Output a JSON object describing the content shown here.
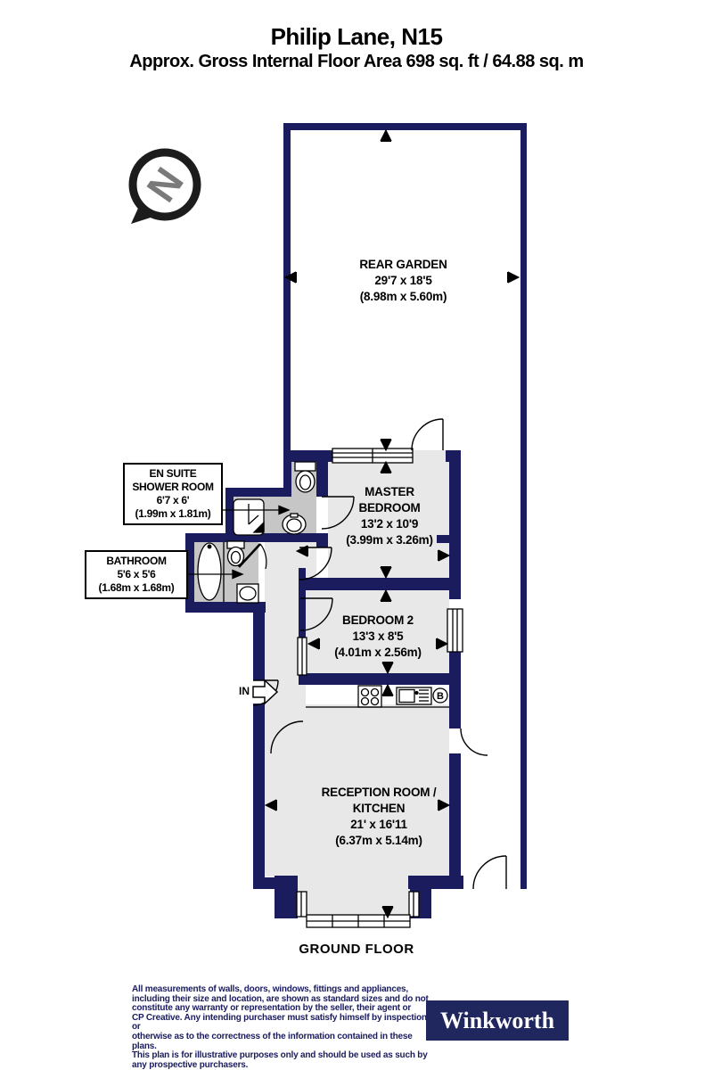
{
  "header": {
    "title": "Philip Lane, N15",
    "subtitle": "Approx. Gross Internal Floor Area 698 sq. ft / 64.88 sq. m"
  },
  "north": {
    "label": "N"
  },
  "rooms": {
    "garden": {
      "name": "REAR GARDEN",
      "dims_ft": "29'7 x 18'5",
      "dims_m": "(8.98m x 5.60m)"
    },
    "master": {
      "name_line1": "MASTER",
      "name_line2": "BEDROOM",
      "dims_ft": "13'2 x 10'9",
      "dims_m": "(3.99m x 3.26m)"
    },
    "bedroom2": {
      "name": "BEDROOM 2",
      "dims_ft": "13'3 x 8'5",
      "dims_m": "(4.01m x 2.56m)"
    },
    "reception": {
      "name_line1": "RECEPTION ROOM /",
      "name_line2": "KITCHEN",
      "dims_ft": "21' x 16'11",
      "dims_m": "(6.37m x 5.14m)"
    },
    "ensuite": {
      "name_line1": "EN SUITE",
      "name_line2": "SHOWER ROOM",
      "dims_ft": "6'7 x 6'",
      "dims_m": "(1.99m x 1.81m)"
    },
    "bathroom": {
      "name": "BATHROOM",
      "dims_ft": "5'6 x 5'6",
      "dims_m": "(1.68m x 1.68m)"
    }
  },
  "labels": {
    "entrance": "IN",
    "boiler": "B",
    "floor": "GROUND FLOOR"
  },
  "footer": {
    "disclaimer_lines": [
      "All measurements of walls, doors, windows, fittings and appliances,",
      "including their size and location, are shown as standard sizes and do not",
      "constitute any warranty or representation by the seller, their agent or",
      "CP Creative. Any intending purchaser must satisfy himself by inspection or",
      "otherwise as to the correctness of the information contained in these plans.",
      "This plan is for illustrative purposes only and should be used as such by",
      "any prospective purchasers."
    ],
    "brand": "Winkworth"
  },
  "colors": {
    "wall": "#1a1c5e",
    "room_fill": "#e8e8e8",
    "wet_room_fill": "#c6c6c6",
    "north_letter": "#7a7a7a",
    "brand_bg": "#20265e"
  }
}
